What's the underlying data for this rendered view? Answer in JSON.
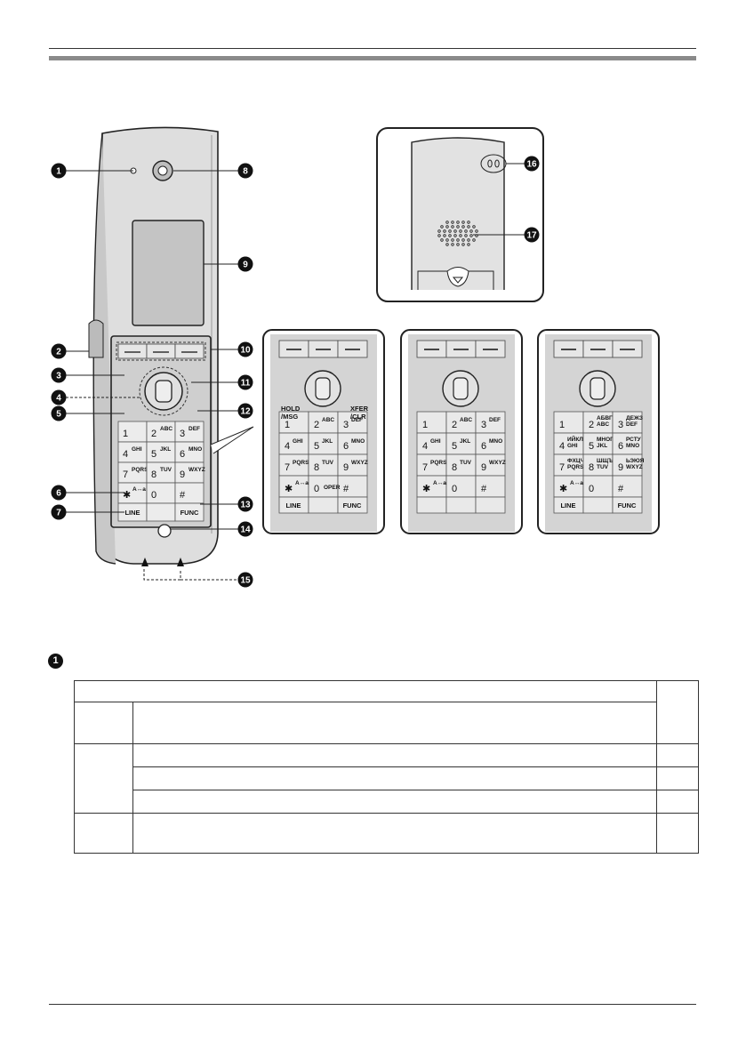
{
  "callouts": [
    "1",
    "2",
    "3",
    "4",
    "5",
    "6",
    "7",
    "8",
    "9",
    "10",
    "11",
    "12",
    "13",
    "14",
    "15",
    "16",
    "17"
  ],
  "keypad": {
    "rows": [
      [
        {
          "d": "1",
          "s": ""
        },
        {
          "d": "2",
          "s": "ABC"
        },
        {
          "d": "3",
          "s": "DEF"
        }
      ],
      [
        {
          "d": "4",
          "s": "GHI"
        },
        {
          "d": "5",
          "s": "JKL"
        },
        {
          "d": "6",
          "s": "MNO"
        }
      ],
      [
        {
          "d": "7",
          "s": "PQRS"
        },
        {
          "d": "8",
          "s": "TUV"
        },
        {
          "d": "9",
          "s": "WXYZ"
        }
      ]
    ],
    "star": "✱",
    "star_sub": "A↔a",
    "zero": "0",
    "hash": "#",
    "line_label": "LINE",
    "func_label": "FUNC",
    "oper_label": "OPER",
    "hold_label": "HOLD\n/MSG",
    "xfer_label": "XFER\n/CLR",
    "cyr_rows": [
      [
        {
          "d": "2",
          "s": "АБВГ ABC"
        },
        {
          "d": "3",
          "s": "ДЕЖЗ DEF"
        }
      ],
      [
        {
          "d": "4",
          "s": "ИЙКЛ GHI"
        },
        {
          "d": "5",
          "s": "МНОП JKL"
        },
        {
          "d": "6",
          "s": "РСТУ MNO"
        }
      ],
      [
        {
          "d": "7",
          "s": "ФХЦЧ PQRS"
        },
        {
          "d": "8",
          "s": "ШЩЪЫ TUV"
        },
        {
          "d": "9",
          "s": "ЬЭЮЯ WXYZ"
        }
      ]
    ]
  },
  "section_marker": "1",
  "colors": {
    "ink": "#1a1a1a",
    "body": "#d9d9d9",
    "key": "#e9e9e9",
    "rule": "#8a8a8a"
  }
}
